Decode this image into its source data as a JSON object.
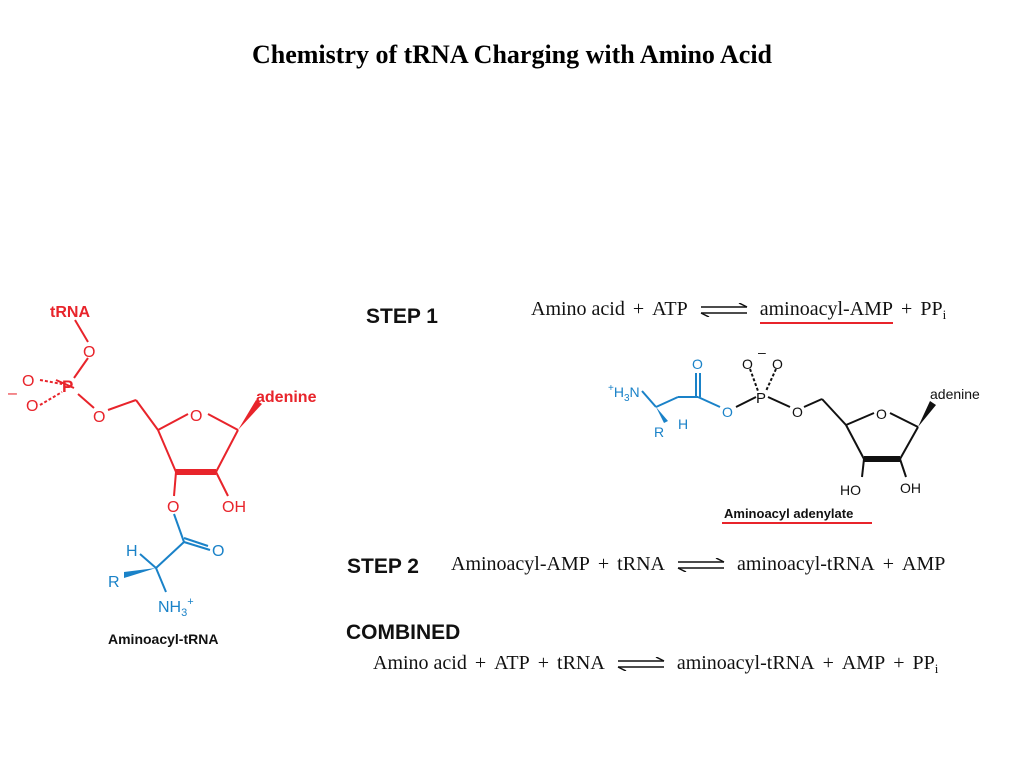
{
  "title": "Chemistry of tRNA Charging with Amino Acid",
  "colors": {
    "red": "#e8242b",
    "blue": "#1a82c8",
    "black": "#111111"
  },
  "left_structure": {
    "trna": "tRNA",
    "o": "O",
    "p": "P",
    "minus": "–",
    "adenine": "adenine",
    "oh": "OH",
    "h": "H",
    "r": "R",
    "nh3": "NH",
    "nh3_sub": "3",
    "nh3_sup": "+",
    "caption": "Aminoacyl-tRNA"
  },
  "step1": {
    "label": "STEP 1",
    "reactant1": "Amino acid",
    "plus": "+",
    "reactant2": "ATP",
    "product1": "aminoacyl-AMP",
    "product2": "PP",
    "product2_sub": "i"
  },
  "adenylate": {
    "o": "O",
    "minus": "–",
    "p": "P",
    "h3n": "H",
    "h3n_sub": "3",
    "h3n_n": "N",
    "h3n_sup": "+",
    "r": "R",
    "h": "H",
    "adenine": "adenine",
    "ho": "HO",
    "oh": "OH",
    "caption": "Aminoacyl adenylate"
  },
  "step2": {
    "label": "STEP 2",
    "reactant1": "Aminoacyl-AMP",
    "plus": "+",
    "reactant2": "tRNA",
    "product1": "aminoacyl-tRNA",
    "product2": "AMP"
  },
  "combined": {
    "label": "COMBINED",
    "reactant1": "Amino acid",
    "plus": "+",
    "reactant2": "ATP",
    "reactant3": "tRNA",
    "product1": "aminoacyl-tRNA",
    "product2": "AMP",
    "product3": "PP",
    "product3_sub": "i"
  }
}
